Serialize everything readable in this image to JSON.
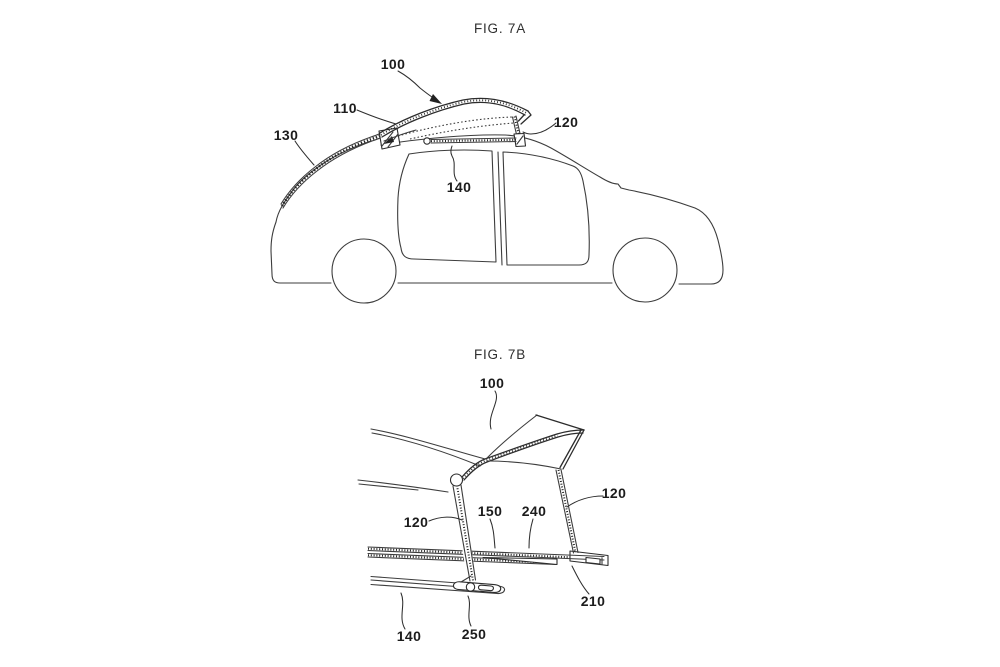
{
  "sheet": {
    "background": "#ffffff",
    "ink": "#2e2e2e"
  },
  "figure_a": {
    "title": "FIG. 7A",
    "labels": {
      "ref100": "100",
      "ref110": "110",
      "ref120": "120",
      "ref130": "130",
      "ref140": "140"
    }
  },
  "figure_b": {
    "title": "FIG. 7B",
    "labels": {
      "ref100": "100",
      "ref120_rear": "120",
      "ref120_front": "120",
      "ref150": "150",
      "ref240": "240",
      "ref210": "210",
      "ref140": "140",
      "ref250": "250"
    }
  }
}
